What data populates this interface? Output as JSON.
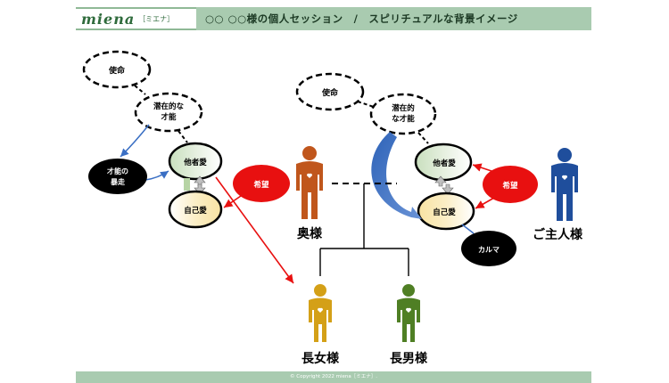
{
  "header": {
    "logo": "miena",
    "logo_sub": "［ミエナ］",
    "title": "○○ ○○様の個人セッション　/　スピリチュアルな背景イメージ"
  },
  "footer": {
    "copyright": "© Copyright 2022 miena［ミエナ］."
  },
  "left_group": {
    "mission": "使命",
    "talent_line1": "潜在的な",
    "talent_line2": "才能",
    "others_love": "他者愛",
    "self_love": "自己愛",
    "runaway_line1": "才能の",
    "runaway_line2": "暴走",
    "hope": "希望"
  },
  "right_group": {
    "mission": "使命",
    "talent_line1": "潜在的",
    "talent_line2": "な才能",
    "others_love": "他者愛",
    "self_love": "自己愛",
    "karma": "カルマ",
    "hope": "希望"
  },
  "people": {
    "wife": "奥様",
    "client": "ご主人様",
    "eldest_daughter": "長女様",
    "eldest_son": "長男様"
  },
  "colors": {
    "header_green": "#a9cbb0",
    "wife_figure": "#c0561c",
    "client_figure": "#1f4e9c",
    "daughter_figure": "#d4a017",
    "son_figure": "#4f7f24",
    "hope_red": "#e81010",
    "others_love_fill": "#c9dfbe",
    "self_love_fill": "#f8e3a3"
  }
}
